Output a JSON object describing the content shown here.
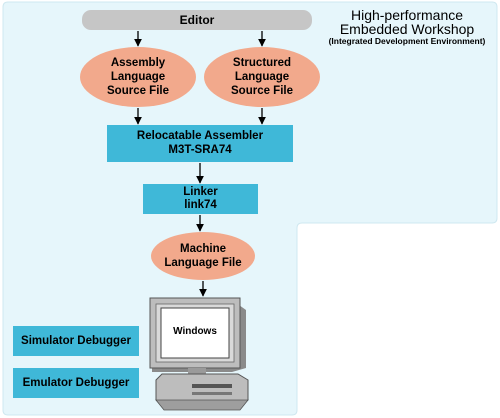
{
  "header": {
    "title_line1": "High-performance",
    "title_line2": "Embedded Workshop",
    "subtitle": "(Integrated Development Environment)"
  },
  "nodes": {
    "editor": "Editor",
    "assembly_source": [
      "Assembly",
      "Language",
      "Source File"
    ],
    "structured_source": [
      "Structured",
      "Language",
      "Source File"
    ],
    "assembler": [
      "Relocatable Assembler",
      "M3T-SRA74"
    ],
    "linker": [
      "Linker",
      "link74"
    ],
    "machine_file": [
      "Machine",
      "Language File"
    ],
    "monitor_screen": "Windows",
    "simulator": "Simulator Debugger",
    "emulator": "Emulator Debugger"
  },
  "colors": {
    "panel": "#e6f6fb",
    "editor_bar": "#c6c6c6",
    "ellipse": "#f2a98c",
    "box": "#3fb8d8",
    "arrow": "#000000"
  }
}
